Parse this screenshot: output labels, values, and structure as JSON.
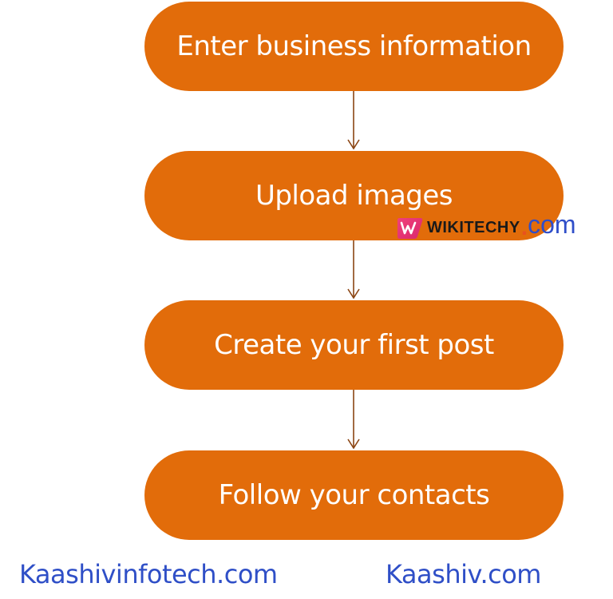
{
  "flow": {
    "steps": [
      {
        "label": "Enter business information"
      },
      {
        "label": "Upload images"
      },
      {
        "label": "Create your first post"
      },
      {
        "label": "Follow your contacts"
      }
    ],
    "colors": {
      "step_fill": "#E26C0A",
      "step_text": "#FFFFFF",
      "arrow": "#8B4513"
    }
  },
  "watermark": {
    "brand": "WIKITECHY",
    "dot": ".",
    "tld": "com",
    "colors": {
      "brand": "#1A1A1A",
      "dot": "#E8531E",
      "tld": "#2F4EC9",
      "logo": "#E8358A"
    }
  },
  "footer": {
    "left_link": "Kaashivinfotech.com",
    "right_link": "Kaashiv.com",
    "color": "#2F4FC7"
  }
}
